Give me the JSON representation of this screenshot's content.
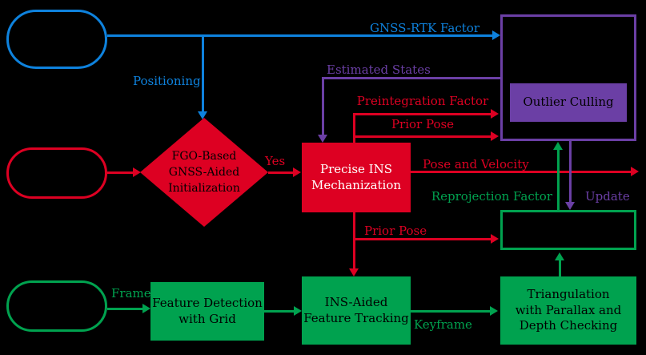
{
  "diagram": {
    "colors": {
      "blue": "#0e82dd",
      "red": "#dd0022",
      "green": "#00a24f",
      "purple": "#6b3fa5",
      "bg": "#000000"
    },
    "nodes": {
      "init_diamond": {
        "label": "FGO-Based\nGNSS-Aided\nInitialization"
      },
      "ins_mechanization": {
        "label": "Precise INS\nMechanization"
      },
      "outlier_culling": {
        "label": "Outlier Culling"
      },
      "feature_detection": {
        "label": "Feature Detection\nwith Grid"
      },
      "feature_tracking": {
        "label": "INS-Aided\nFeature Tracking"
      },
      "triangulation": {
        "label": "Triangulation\nwith Parallax and\nDepth Checking"
      }
    },
    "edge_labels": {
      "gnss_rtk_factor": "GNSS-RTK Factor",
      "positioning": "Positioning",
      "estimated_states": "Estimated States",
      "preintegration_factor": "Preintegration Factor",
      "prior_pose_top": "Prior Pose",
      "yes": "Yes",
      "pose_and_velocity": "Pose and Velocity",
      "reprojection_factor": "Reprojection Factor",
      "update": "Update",
      "prior_pose_bottom": "Prior Pose",
      "frame": "Frame",
      "keyframe": "Keyframe"
    }
  }
}
